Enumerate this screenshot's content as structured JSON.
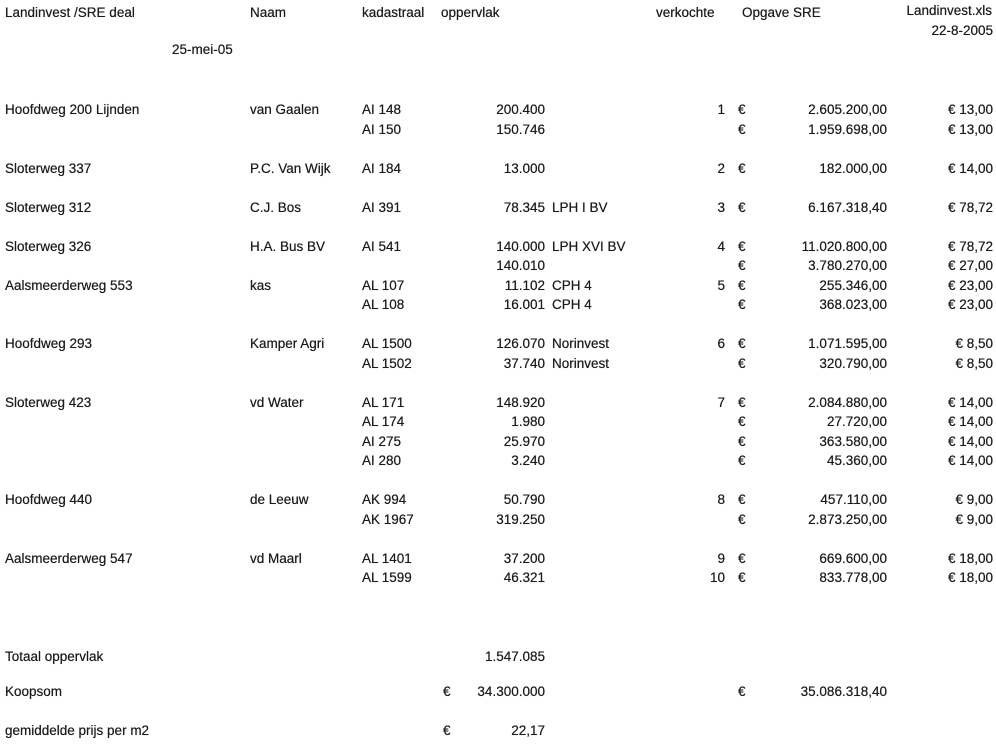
{
  "colors": {
    "text": "#1b1b1b",
    "background": "#ffffff"
  },
  "header": {
    "deal_title": "Landinvest /SRE deal",
    "col_naam": "Naam",
    "col_kadastraal": "kadastraal",
    "col_oppervlak": "oppervlak",
    "col_verkochte": "verkochte",
    "col_opgave_sre": "Opgave SRE",
    "file_name": "Landinvest.xls",
    "file_date": "22-8-2005",
    "deal_date": "25-mei-05"
  },
  "table": {
    "lines": [
      {
        "type": "row",
        "location": "Hoofdweg 200 Lijnden",
        "naam": "van Gaalen",
        "kadastraal": "AI 148",
        "oppervlak": "200.400",
        "verkochte": "1",
        "euro": "€",
        "opgave": "2.605.200,00",
        "prijs": "€ 13,00"
      },
      {
        "type": "row",
        "kadastraal": "AI 150",
        "oppervlak": "150.746",
        "euro": "€",
        "opgave": "1.959.698,00",
        "prijs": "€ 13,00"
      },
      {
        "type": "gap"
      },
      {
        "type": "row",
        "location": "Sloterweg 337",
        "naam": "P.C. Van Wijk",
        "kadastraal": "AI 184",
        "oppervlak": "13.000",
        "verkochte": "2",
        "euro": "€",
        "opgave": "182.000,00",
        "prijs": "€ 14,00"
      },
      {
        "type": "gap"
      },
      {
        "type": "row",
        "location": "Sloterweg 312",
        "naam": "C.J. Bos",
        "kadastraal": "AI 391",
        "oppervlak": "78.345",
        "label": "LPH I BV",
        "verkochte": "3",
        "euro": "€",
        "opgave": "6.167.318,40",
        "prijs": "€ 78,72"
      },
      {
        "type": "gap"
      },
      {
        "type": "row",
        "location": "Sloterweg 326",
        "naam": "H.A. Bus BV",
        "kadastraal": "AI 541",
        "oppervlak": "140.000",
        "label": "LPH XVI BV",
        "verkochte": "4",
        "euro": "€",
        "opgave": "11.020.800,00",
        "prijs": "€ 78,72"
      },
      {
        "type": "row",
        "oppervlak": "140.010",
        "euro": "€",
        "opgave": "3.780.270,00",
        "prijs": "€ 27,00"
      },
      {
        "type": "row",
        "location": "Aalsmeerderweg 553",
        "naam": "kas",
        "kadastraal": "AL 107",
        "oppervlak": "11.102",
        "label": "CPH 4",
        "verkochte": "5",
        "euro": "€",
        "opgave": "255.346,00",
        "prijs": "€ 23,00"
      },
      {
        "type": "row",
        "kadastraal": "AL 108",
        "oppervlak": "16.001",
        "label": "CPH 4",
        "euro": "€",
        "opgave": "368.023,00",
        "prijs": "€ 23,00"
      },
      {
        "type": "gap"
      },
      {
        "type": "row",
        "location": "Hoofdweg 293",
        "naam": "Kamper Agri",
        "kadastraal": "AL 1500",
        "oppervlak": "126.070",
        "label": "Norinvest",
        "verkochte": "6",
        "euro": "€",
        "opgave": "1.071.595,00",
        "prijs": "€ 8,50"
      },
      {
        "type": "row",
        "kadastraal": "AL 1502",
        "oppervlak": "37.740",
        "label": "Norinvest",
        "euro": "€",
        "opgave": "320.790,00",
        "prijs": "€ 8,50"
      },
      {
        "type": "gap"
      },
      {
        "type": "row",
        "location": "Sloterweg 423",
        "naam": "vd Water",
        "kadastraal": "AL 171",
        "oppervlak": "148.920",
        "verkochte": "7",
        "euro": "€",
        "opgave": "2.084.880,00",
        "prijs": "€ 14,00"
      },
      {
        "type": "row",
        "kadastraal": "AL 174",
        "oppervlak": "1.980",
        "euro": "€",
        "opgave": "27.720,00",
        "prijs": "€ 14,00"
      },
      {
        "type": "row",
        "kadastraal": "AI 275",
        "oppervlak": "25.970",
        "euro": "€",
        "opgave": "363.580,00",
        "prijs": "€ 14,00"
      },
      {
        "type": "row",
        "kadastraal": "AI 280",
        "oppervlak": "3.240",
        "euro": "€",
        "opgave": "45.360,00",
        "prijs": "€ 14,00"
      },
      {
        "type": "gap"
      },
      {
        "type": "row",
        "location": "Hoofdweg 440",
        "naam": "de Leeuw",
        "kadastraal": "AK 994",
        "oppervlak": "50.790",
        "verkochte": "8",
        "euro": "€",
        "opgave": "457.110,00",
        "prijs": "€ 9,00"
      },
      {
        "type": "row",
        "kadastraal": "AK 1967",
        "oppervlak": "319.250",
        "euro": "€",
        "opgave": "2.873.250,00",
        "prijs": "€ 9,00"
      },
      {
        "type": "gap"
      },
      {
        "type": "row",
        "location": "Aalsmeerderweg 547",
        "naam": "vd Maarl",
        "kadastraal": "AL 1401",
        "oppervlak": "37.200",
        "verkochte": "9",
        "euro": "€",
        "opgave": "669.600,00",
        "prijs": "€ 18,00"
      },
      {
        "type": "row",
        "kadastraal": "AL 1599",
        "oppervlak": "46.321",
        "verkochte": "10",
        "euro": "€",
        "opgave": "833.778,00",
        "prijs": "€ 18,00"
      }
    ]
  },
  "totals": {
    "oppervlak_label": "Totaal oppervlak",
    "oppervlak_value": "1.547.085",
    "koopsom_label": "Koopsom",
    "koopsom_euro": "€",
    "koopsom_value": "34.300.000",
    "koopsom_sre_euro": "€",
    "koopsom_sre_value": "35.086.318,40",
    "gemiddelde_label": "gemiddelde prijs per m2",
    "gemiddelde_euro": "€",
    "gemiddelde_value": "22,17"
  }
}
